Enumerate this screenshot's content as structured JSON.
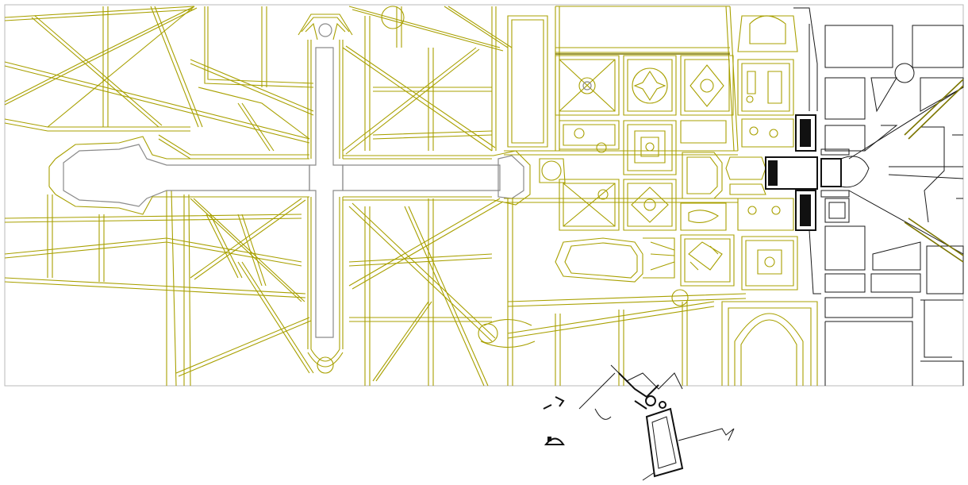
{
  "colors": {
    "garden": "#a8a000",
    "garden_dark": "#7c7600",
    "path_gray": "#8a8a8a",
    "street": "#1a1a1a",
    "palace": "#111111",
    "frame": "#b9b9b9",
    "background": "#ffffff"
  },
  "map": {
    "layers": [
      "gardens",
      "grand-canal",
      "parterres",
      "palace",
      "town-streets",
      "detached-fragments"
    ]
  }
}
